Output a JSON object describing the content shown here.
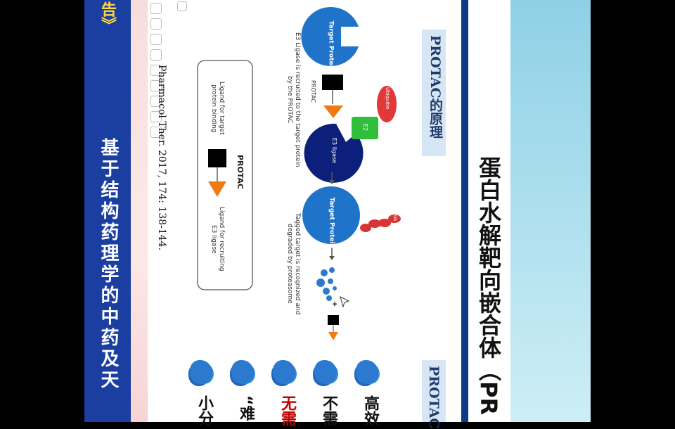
{
  "colors": {
    "blue_bar": "#1b3ea1",
    "accent_yellow": "#ffd83a",
    "target_blue": "#1f74c9",
    "e3_navy": "#0c1f7a",
    "e2_green": "#2fbf3a",
    "ubiquitin_red": "#e23838",
    "arrow_orange": "#f07a12"
  },
  "left_bar": {
    "title": "基于结构药理学的中药及天",
    "fragment": "告》"
  },
  "slide": {
    "title": "蛋白水解靶向嵌合体（PR",
    "section1_label": "PROTAC的原理",
    "section2_label": "PROTAC",
    "citation": "Pharmacol Ther. 2017, 174: 138-144."
  },
  "diagram": {
    "target_protein_1": "Target Protein",
    "e3_recruit_caption": "E3 Ligase is recruited to the target protein by the PROTAC",
    "protac_small_label": "PROTAC",
    "ubiquitin_label": "Ubiquitin",
    "e2_label": "E2",
    "e3_ligase_label": "E3 ligase",
    "target_protein_2": "Target Protein",
    "ub_label": "Ub",
    "tagged_caption": "Tagged target is recognized and degraded by proteasome",
    "plus_sign": "+"
  },
  "legend": {
    "title": "PROTAC",
    "ligand_target": "Ligand for target protein binding",
    "ligand_e3": "Ligand for recruiting E3 ligase"
  },
  "bullets": [
    "高效",
    "不需",
    "无需",
    "“难",
    "小分"
  ],
  "toolbar_icons": [
    "menu-icon",
    "navigate-icon",
    "back-icon",
    "forward-icon",
    "pen-icon",
    "search-icon",
    "copy-icon",
    "grid-icon",
    "settings-icon",
    "zoom-icon"
  ]
}
